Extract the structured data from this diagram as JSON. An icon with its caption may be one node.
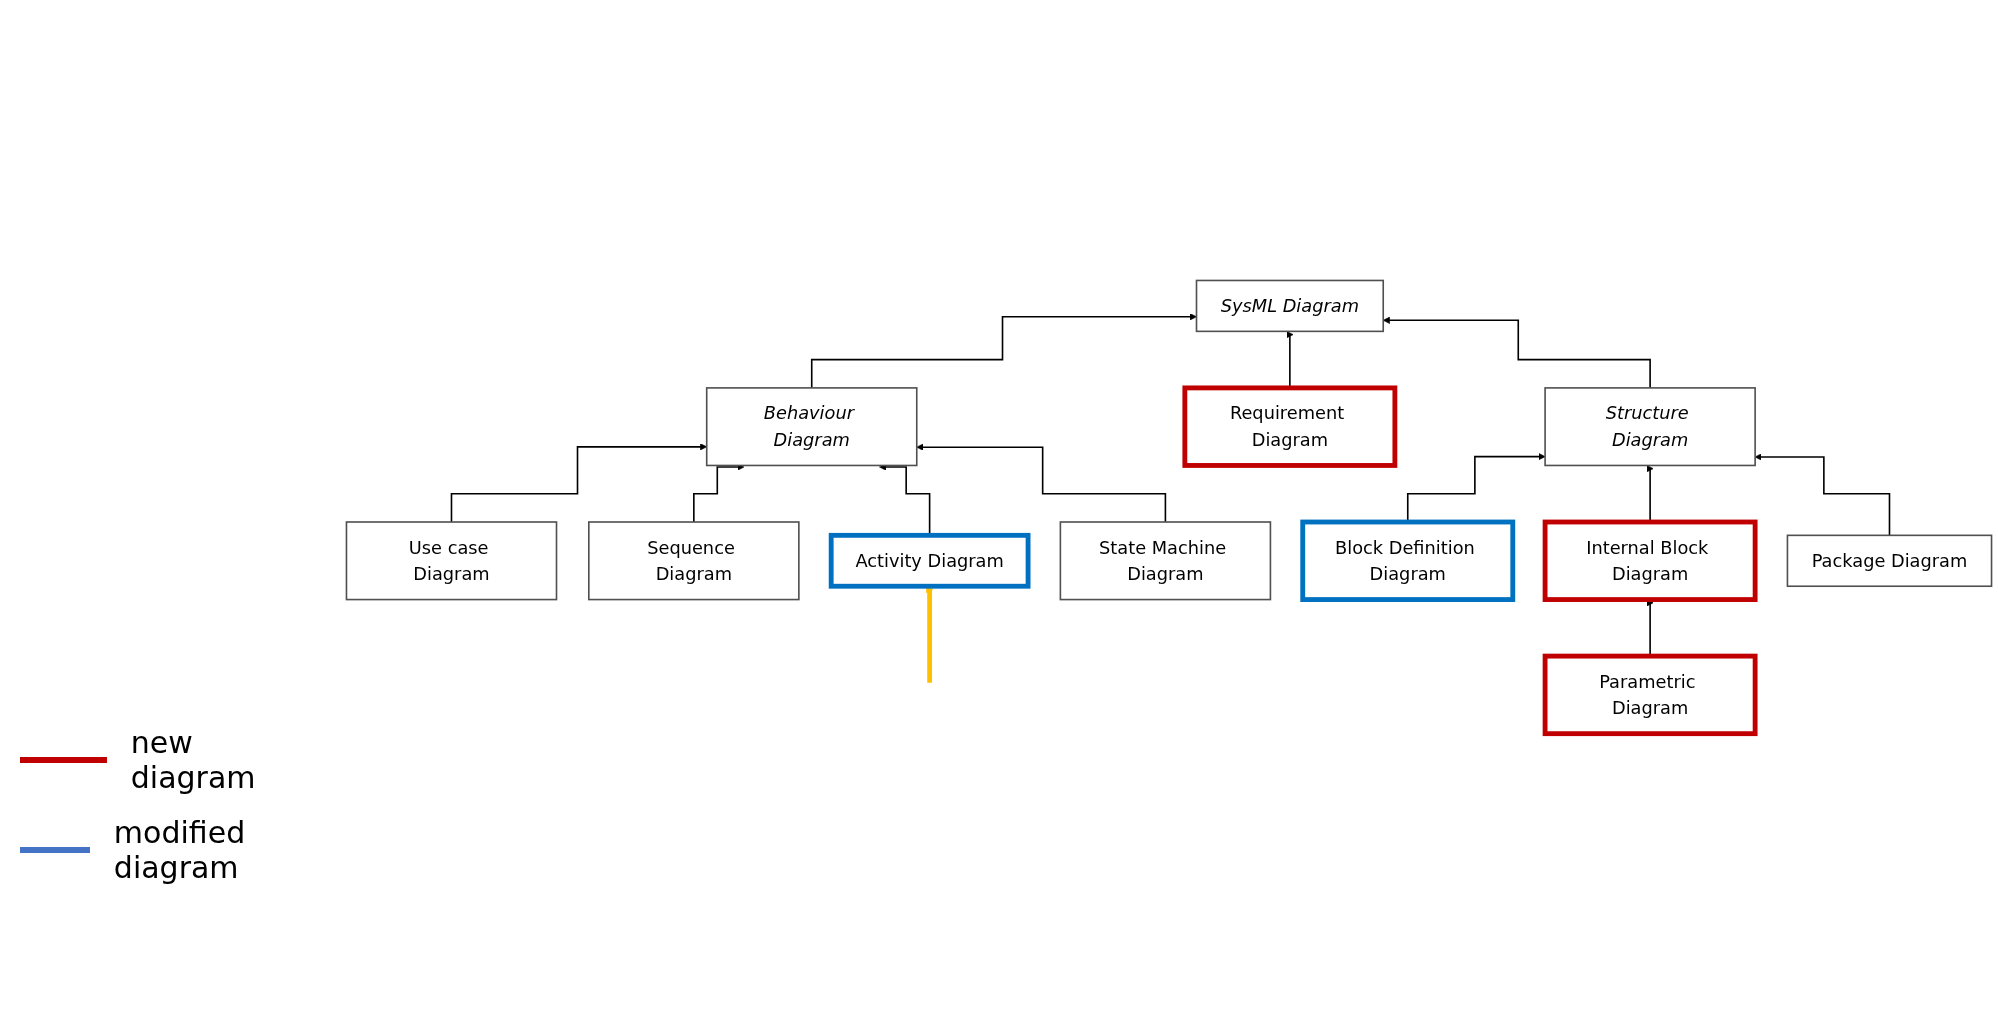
{
  "diagram": {
    "nodes": [
      {
        "text": [
          "SysML Diagram"
        ]
      },
      {
        "text": [
          "Behaviour Diagram"
        ]
      },
      {
        "text": [
          "Requirement Diagram"
        ]
      },
      {
        "text": [
          "Structure Diagram"
        ]
      },
      {
        "text": [
          "Use case Diagram"
        ]
      },
      {
        "text": [
          "Sequence Diagram"
        ]
      },
      {
        "text": [
          "Activity Diagram"
        ]
      },
      {
        "text": [
          "State Machine Diagram"
        ]
      },
      {
        "text": [
          "Block Definition Diagram"
        ]
      },
      {
        "text": [
          "Internal Block Diagram"
        ]
      },
      {
        "text": [
          "Package Diagram"
        ]
      },
      {
        "text": [
          "Parametric Diagram"
        ]
      }
    ],
    "edges": [
      {
        "from": 1,
        "to": 0,
        "arrow": "to"
      },
      {
        "from": 2,
        "to": 0,
        "arrow": "to"
      },
      {
        "from": 3,
        "to": 0,
        "arrow": "to"
      },
      {
        "from": 4,
        "to": 1,
        "arrow": "to"
      },
      {
        "from": 5,
        "to": 1,
        "arrow": "to"
      },
      {
        "from": 6,
        "to": 1,
        "arrow": "to"
      },
      {
        "from": 7,
        "to": 1,
        "arrow": "to"
      },
      {
        "from": 8,
        "to": 3,
        "arrow": "to"
      },
      {
        "from": 9,
        "to": 3,
        "arrow": "to"
      },
      {
        "from": 10,
        "to": 3,
        "arrow": "to"
      },
      {
        "from": 11,
        "to": 9,
        "arrow": "to"
      },
      {
        "from": null,
        "to": 6,
        "arrow": "to",
        "style": "thick",
        "color": "#ffc000"
      }
    ],
    "legend": [
      {
        "text": "new diagram",
        "color": "#c00000"
      },
      {
        "text": "modified diagram",
        "color": "#4472c4"
      }
    ]
  }
}
